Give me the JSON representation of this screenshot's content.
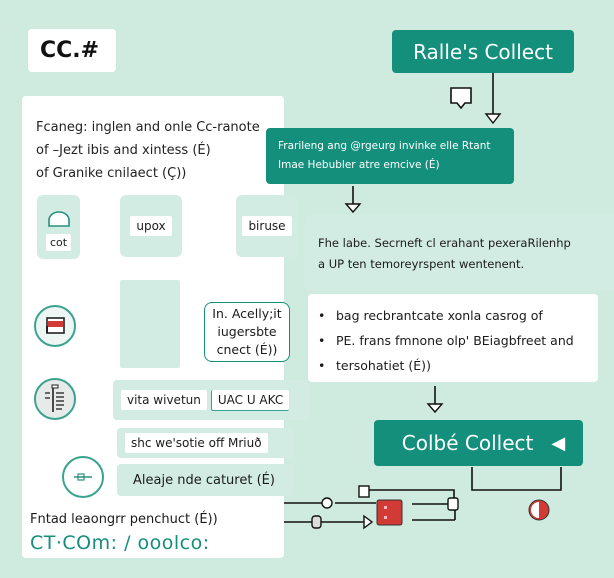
{
  "title": "CC.#",
  "intro": {
    "lines": [
      "Fcaneg: inglen and onle Cc-ranote",
      "of –Jezt ibis and xintess (É)",
      "of Granike cnilaect (Ç))"
    ]
  },
  "top_button": {
    "label": "Ralle's Collect"
  },
  "description_box": {
    "lines": [
      "Frarileng ang @rgeurg invinke elle Rtant",
      "Imae Hebubler atre emcive (É)"
    ]
  },
  "nodes": {
    "cot": "cot",
    "upox": "upox",
    "biruse": "biruse"
  },
  "callout": {
    "lines": [
      "In. Acelly;it",
      "iugersbte",
      "cnect (É))"
    ]
  },
  "info_panel": {
    "lines": [
      "Fhe labe. Secrneft cl erahant pexeraRilenhp",
      "a UP ten temoreyrspent wentenent."
    ]
  },
  "bullets": [
    "bag recbrantcate xonla casrog of",
    "PE. frans fmnone olp' BEiagbfreet and",
    "tersohatiet (É))"
  ],
  "rows": [
    {
      "left": "vita wivetun",
      "right": "UAC U AKC"
    },
    {
      "label": "shc we'sotie off Mriuð"
    },
    {
      "label": "Aleaje nde caturet (É)"
    }
  ],
  "bottom_button": {
    "label": "Colbé Collect",
    "icon": "triangle-left-icon"
  },
  "footer": {
    "line": "Fntad leaongrr penchuct (É))",
    "code": "CT·COm:  /  ooolco:"
  },
  "colors": {
    "background": "#cfeadf",
    "accent": "#148f7c",
    "node_fill": "#d3ece3",
    "panel": "#ffffff",
    "alert": "#d23a35"
  }
}
